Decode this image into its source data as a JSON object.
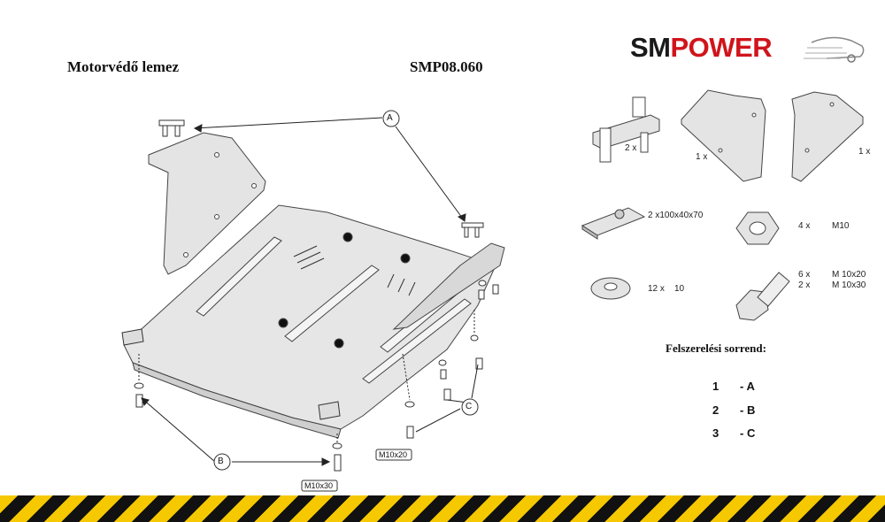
{
  "header": {
    "title": "Motorvédő lemez",
    "code": "SMP08.060"
  },
  "logo": {
    "part1": "SM",
    "part2": "POWER",
    "color1": "#1a1a1a",
    "color2": "#d0141b"
  },
  "callouts": {
    "a": "A",
    "b": "B",
    "c": "C",
    "bolt1": "M10x20",
    "bolt2": "M10x30"
  },
  "parts": {
    "clamp_qty": "2 x",
    "bracket_left_qty": "1 x",
    "bracket_right_qty": "1 x",
    "plate_label": "2 x100x40x70",
    "nut_qty": "4 x",
    "nut_size": "M10",
    "washer_qty": "12 x",
    "washer_size": "10",
    "bolt_qty1": "6 x",
    "bolt_size1": "M 10x20",
    "bolt_qty2": "2 x",
    "bolt_size2": "M 10x30"
  },
  "order": {
    "title": "Felszerelési sorrend:",
    "steps": [
      {
        "num": "1",
        "label": "- A"
      },
      {
        "num": "2",
        "label": "- B"
      },
      {
        "num": "3",
        "label": "- C"
      }
    ]
  },
  "colors": {
    "stripe_yellow": "#f5c800",
    "stripe_black": "#111111",
    "part_fill": "#e4e4e4"
  }
}
